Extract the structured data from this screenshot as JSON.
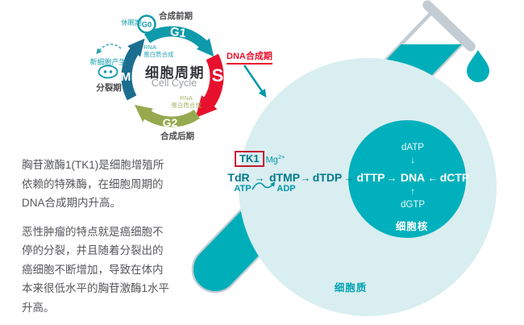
{
  "colors": {
    "teal": "#00aeb9",
    "teal_dark": "#00798c",
    "teal_mid": "#0f9aab",
    "pale_circle": "#d9eef0",
    "nucleus": "#00b0bc",
    "red": "#e8112d",
    "olive": "#97a94e",
    "blue": "#1b6e8f",
    "gray_text": "#57585c",
    "tube_gray": "#c3ccd2"
  },
  "cell_cycle": {
    "title": "细胞周期",
    "subtitle": "Cell Cycle",
    "phases": {
      "g0": "G0",
      "g1": "G1",
      "s": "S",
      "g2": "G2",
      "m": "M"
    },
    "labels": {
      "dormant": "休眠期",
      "pre_synthesis": "合成前期",
      "dna_synthesis": "DNA合成期",
      "post_synthesis": "合成后期",
      "division": "分裂期",
      "new_cell": "新细胞产生",
      "rna": "RNA",
      "protein_synthesis": "蛋白质合成"
    }
  },
  "description": {
    "p1_lines": [
      "胸苷激酶1(TK1)是细胞增殖所",
      "依赖的特殊酶，在细胞周期的",
      "DNA合成期内升高。"
    ],
    "p2_lines": [
      "恶性肿瘤的特点就是癌细胞不",
      "停的分裂，并且随着分裂出的",
      "癌细胞不断增加，导致在体内",
      "本来很低水平的胸苷激酶1水平",
      "升高。"
    ]
  },
  "pathway": {
    "enzyme": "TK1",
    "cofactor": "Mg",
    "cofactor_sup": "2+",
    "substrate": "TdR",
    "atp": "ATP",
    "adp": "ADP",
    "arrow_right": "→",
    "arrow_left": "←",
    "arrow_down": "↓",
    "arrow_up": "↑",
    "dtmp": "dTMP",
    "dtdp": "dTDP",
    "dttp": "dTTP",
    "dna": "DNA",
    "dctp": "dCTP",
    "datp": "dATP",
    "dgtp": "dGTP",
    "nucleus_label": "细胞核",
    "cytoplasm_label": "细胞质"
  }
}
